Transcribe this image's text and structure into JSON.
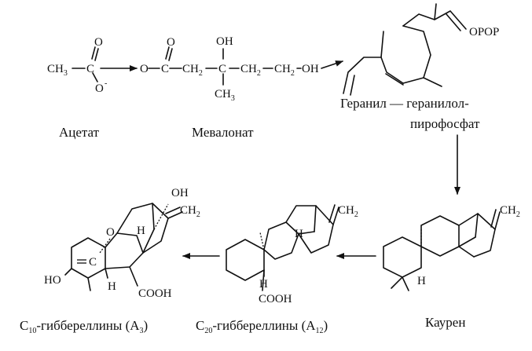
{
  "labels": {
    "acetate": "Ацетат",
    "mevalonate": "Мевалонат",
    "ggpp_line1": "Геранил — геранилол-",
    "ggpp_line2": "пирофосфат",
    "kaurene": "Каурен",
    "c20_prefix": "C",
    "c20_num": "20",
    "c20_text": "-гиббереллины (A",
    "c20_idx": "12",
    "c20_close": ")",
    "c10_prefix": "C",
    "c10_num": "10",
    "c10_text": "-гиббереллины (A",
    "c10_idx": "3",
    "c10_close": ")"
  },
  "atoms": {
    "ch3": "CH",
    "ch3_sub": "3",
    "c": "C",
    "o": "O",
    "o_minus": "O",
    "minus": "-",
    "oh": "OH",
    "ch2": "CH",
    "ch2_sub": "2",
    "popop": "OPOP",
    "h": "H",
    "cooh": "COOH",
    "ho": "HO"
  },
  "colors": {
    "ink": "#111111",
    "background": "#ffffff"
  }
}
